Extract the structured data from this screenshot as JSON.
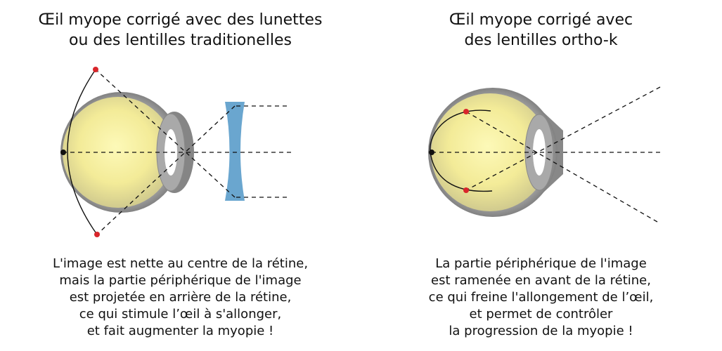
{
  "left": {
    "title_lines": [
      "Œil myope corrigé avec des lunettes",
      "ou des lentilles traditionelles"
    ],
    "caption_lines": [
      "L'image est nette au centre de la rétine,",
      "mais la partie périphérique de l'image",
      "est projetée en arrière de la rétine,",
      "ce qui stimule l’œil à s'allonger,",
      "et fait augmenter la myopie !"
    ]
  },
  "right": {
    "title_lines": [
      "Œil myope corrigé avec",
      "des lentilles ortho-k"
    ],
    "caption_lines": [
      "La partie périphérique de l'image",
      "est ramenée en avant de la rétine,",
      "ce qui freine l'allongement de l’œil,",
      "et permet de contrôler",
      "la progression de la myopie !"
    ]
  },
  "colors": {
    "sclera": "#8a8a8a",
    "iris": "#a6a6a6",
    "lens_blue": "#6aa6cf",
    "focus_red": "#d9262b",
    "center_dot": "#111111",
    "vitreous_light": "#fbf6a8",
    "vitreous_dark": "#cfc88e"
  }
}
